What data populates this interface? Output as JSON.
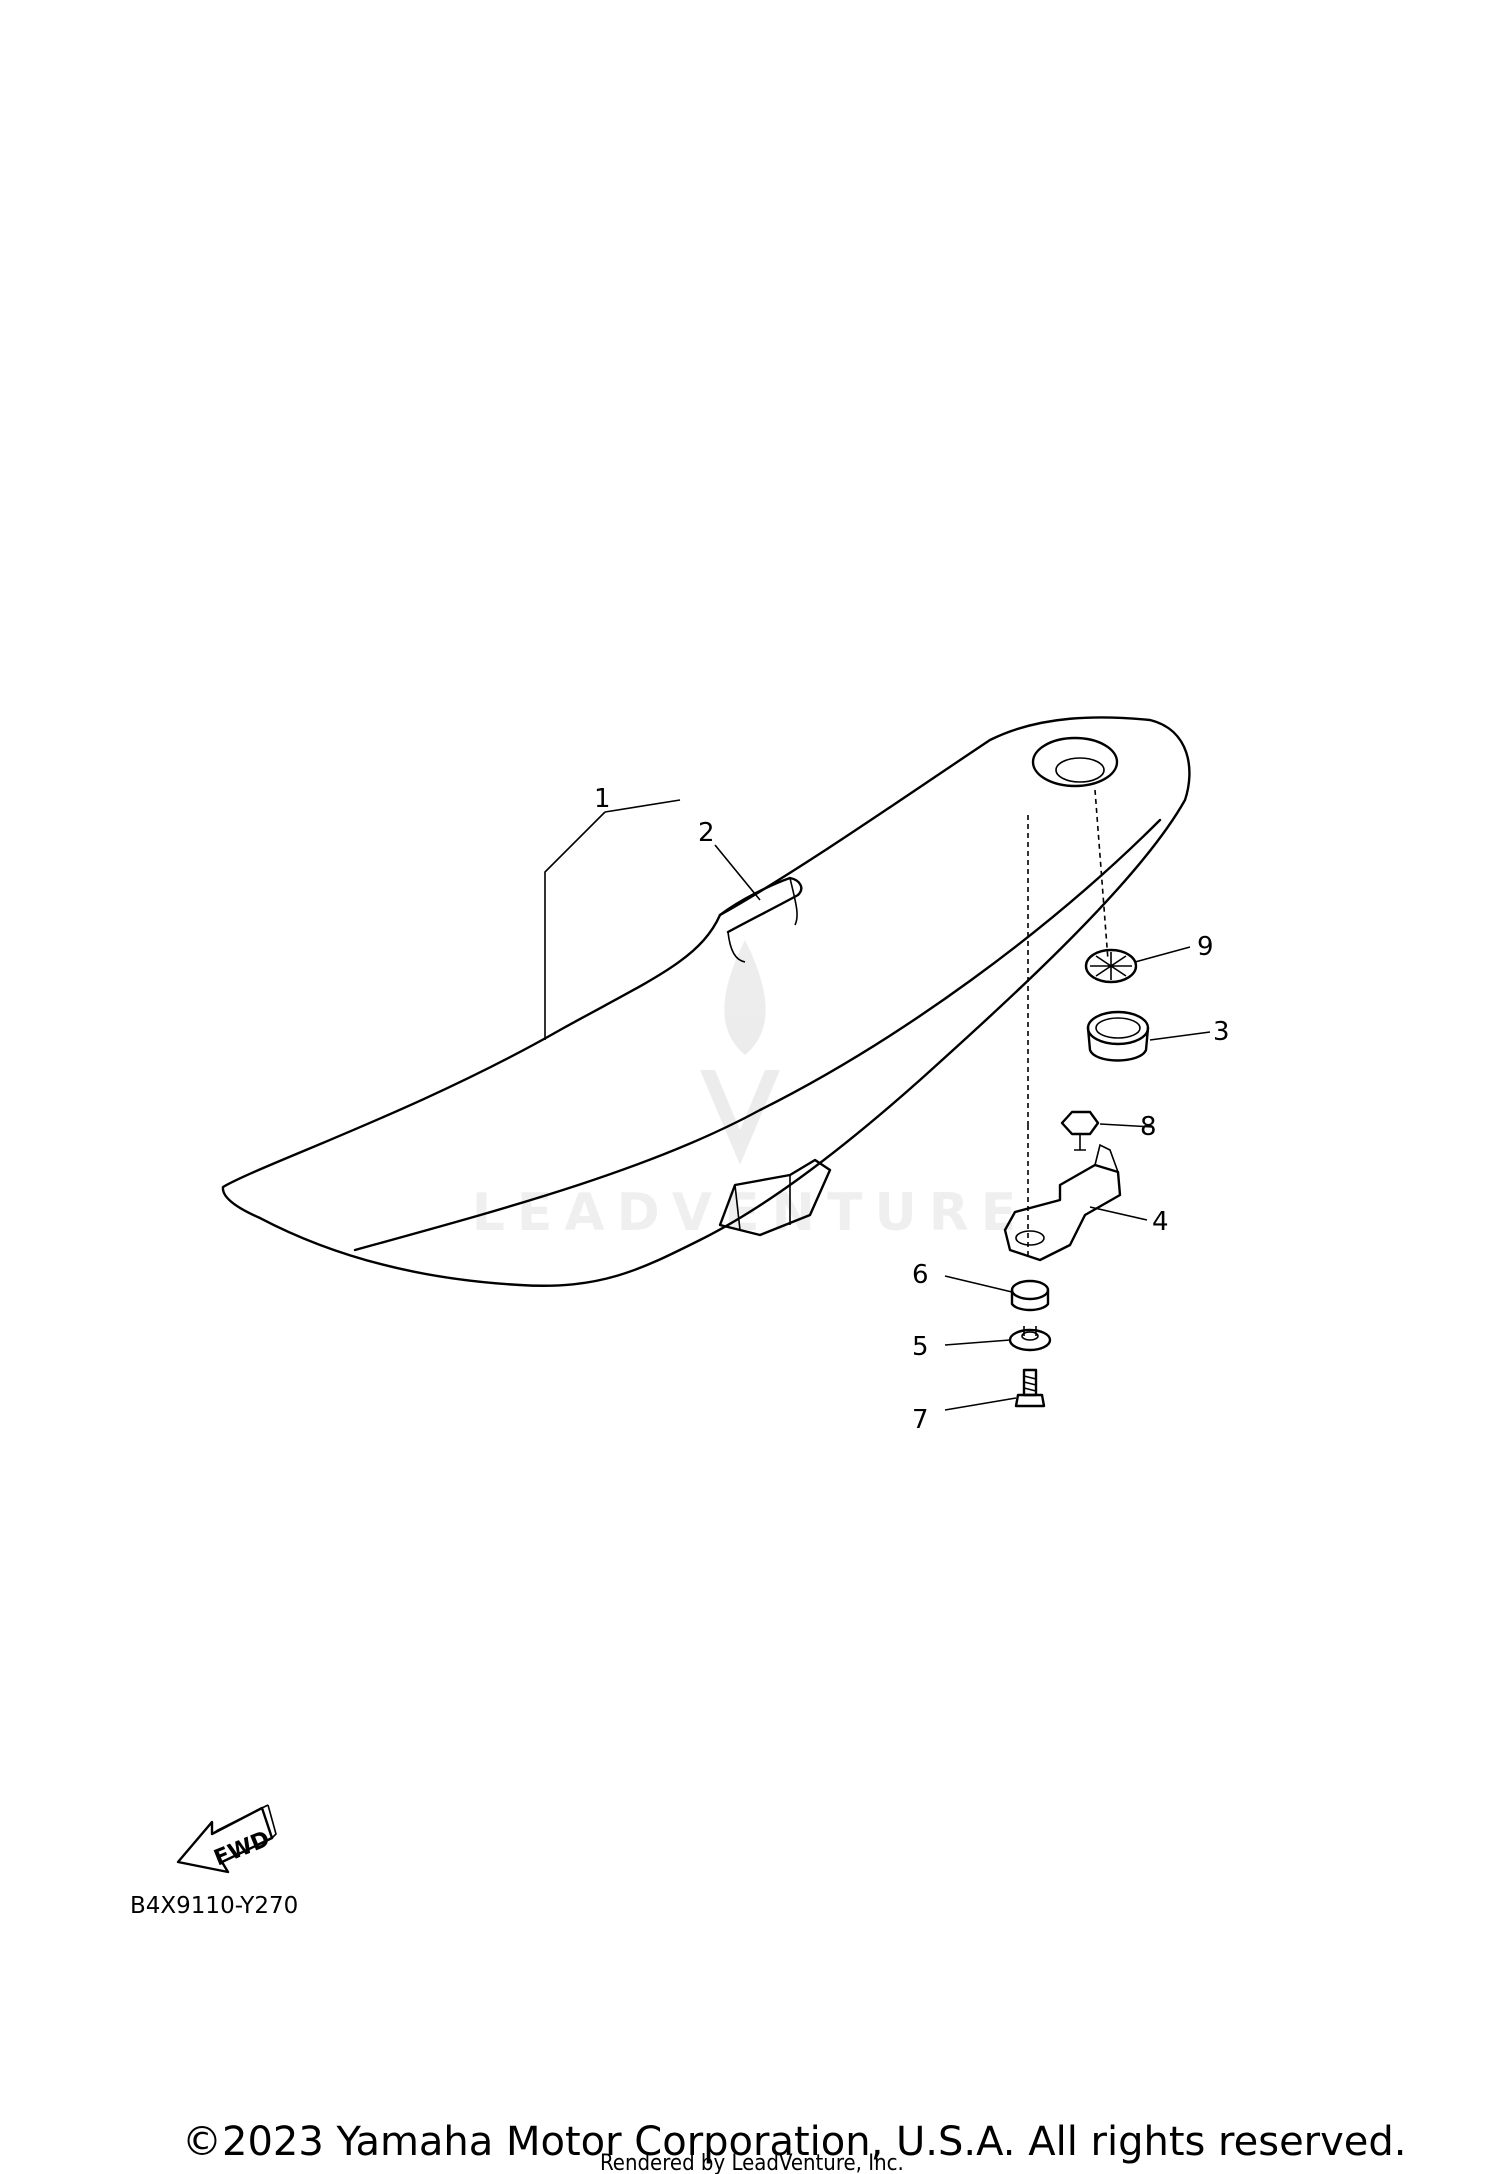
{
  "callouts": [
    {
      "n": "1",
      "part": "seat"
    },
    {
      "n": "2",
      "part": "strap"
    },
    {
      "n": "3",
      "part": "grommet"
    },
    {
      "n": "4",
      "part": "bracket"
    },
    {
      "n": "5",
      "part": "collar"
    },
    {
      "n": "6",
      "part": "damper"
    },
    {
      "n": "7",
      "part": "bolt"
    },
    {
      "n": "8",
      "part": "nut"
    },
    {
      "n": "9",
      "part": "emblem"
    }
  ],
  "fwd_label": "FWD",
  "diagram_code": "B4X9110-Y270",
  "copyright": "©2023 Yamaha Motor Corporation, U.S.A. All rights reserved.",
  "rendered_by": "Rendered by LeadVenture, Inc.",
  "watermark": "LEADVENTURE",
  "icons": [
    "fwd-arrow-icon",
    "leadventure-logo-icon"
  ]
}
